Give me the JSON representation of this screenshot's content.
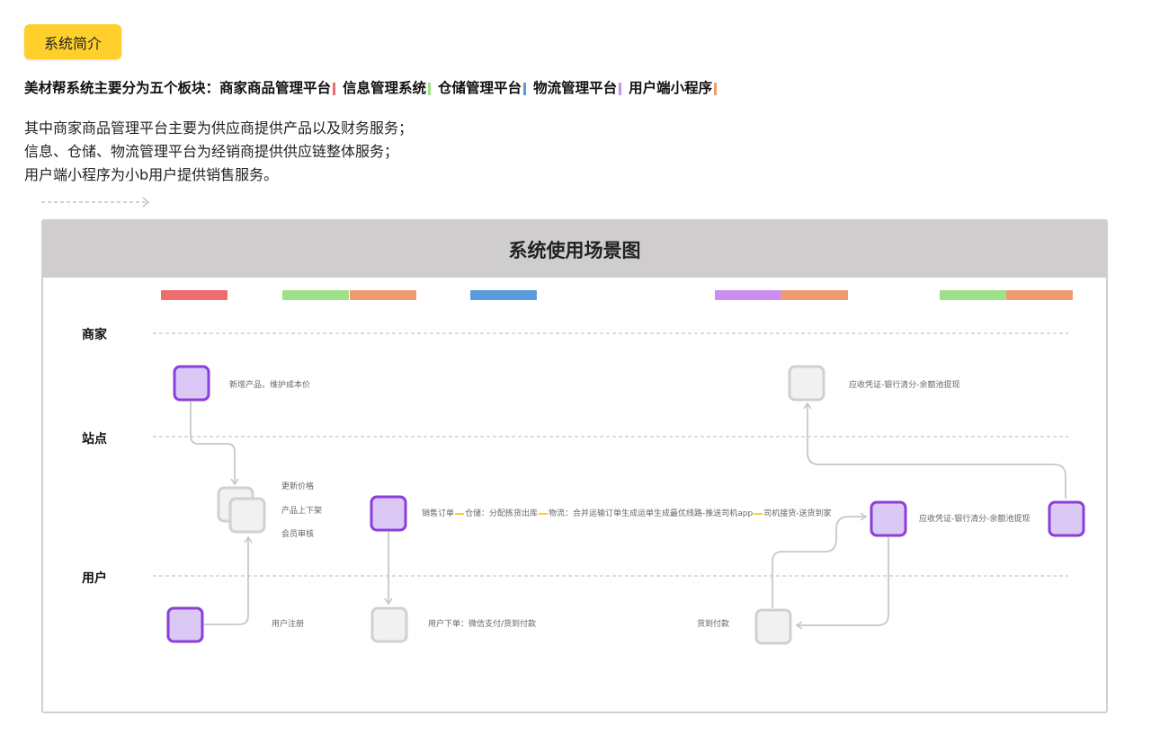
{
  "intro": {
    "tag": "系统简介",
    "headline": {
      "prefix": "美材帮系统主要分为五个板块：",
      "modules": [
        {
          "name": "商家商品管理平台",
          "color": "#EE6B6E"
        },
        {
          "name": "信息管理系统",
          "color": "#9FE18B"
        },
        {
          "name": "仓储管理平台",
          "color": "#5A9BDE"
        },
        {
          "name": "物流管理平台",
          "color": "#C98EF0"
        },
        {
          "name": "用户端小程序",
          "color": "#F09A70"
        }
      ]
    },
    "description": [
      "其中商家商品管理平台主要为供应商提供产品以及财务服务；",
      "信息、仓储、物流管理平台为经销商提供供应链整体服务；",
      "用户端小程序为小b用户提供销售服务。"
    ]
  },
  "diagram": {
    "title": "系统使用场景图",
    "lanes": [
      "商家",
      "站点",
      "用户"
    ],
    "colors": {
      "red": "#EE6B6E",
      "green": "#9FE18B",
      "orange": "#F09A70",
      "blue": "#5A9BDE",
      "purple": "#C98EF0",
      "node_active_fill": "#DCC8F5",
      "node_active_border": "#8A3FD8",
      "node_idle_fill": "#F1F1F2",
      "node_idle_border": "#CFD0D4",
      "connector": "#C8C8C8"
    },
    "labels": {
      "new_product": "新增产品，维护成本价",
      "settle_top": "应收凭证-银行清分-余额池提现",
      "update_price": "更新价格",
      "product_shelf": "产品上下架",
      "member_review": "会员审核",
      "flow_order": "销售订单",
      "flow_storage": "仓储：分配拣货出库",
      "flow_logistics": "物流：合并运输订单生成运单生成最优线路-推送司机app",
      "flow_driver": "司机接货-送货到家",
      "settle_mid": "应收凭证-银行清分-余额池提现",
      "user_register": "用户注册",
      "user_order": "用户下单：微信支付/货到付款",
      "cod": "货到付款"
    }
  }
}
